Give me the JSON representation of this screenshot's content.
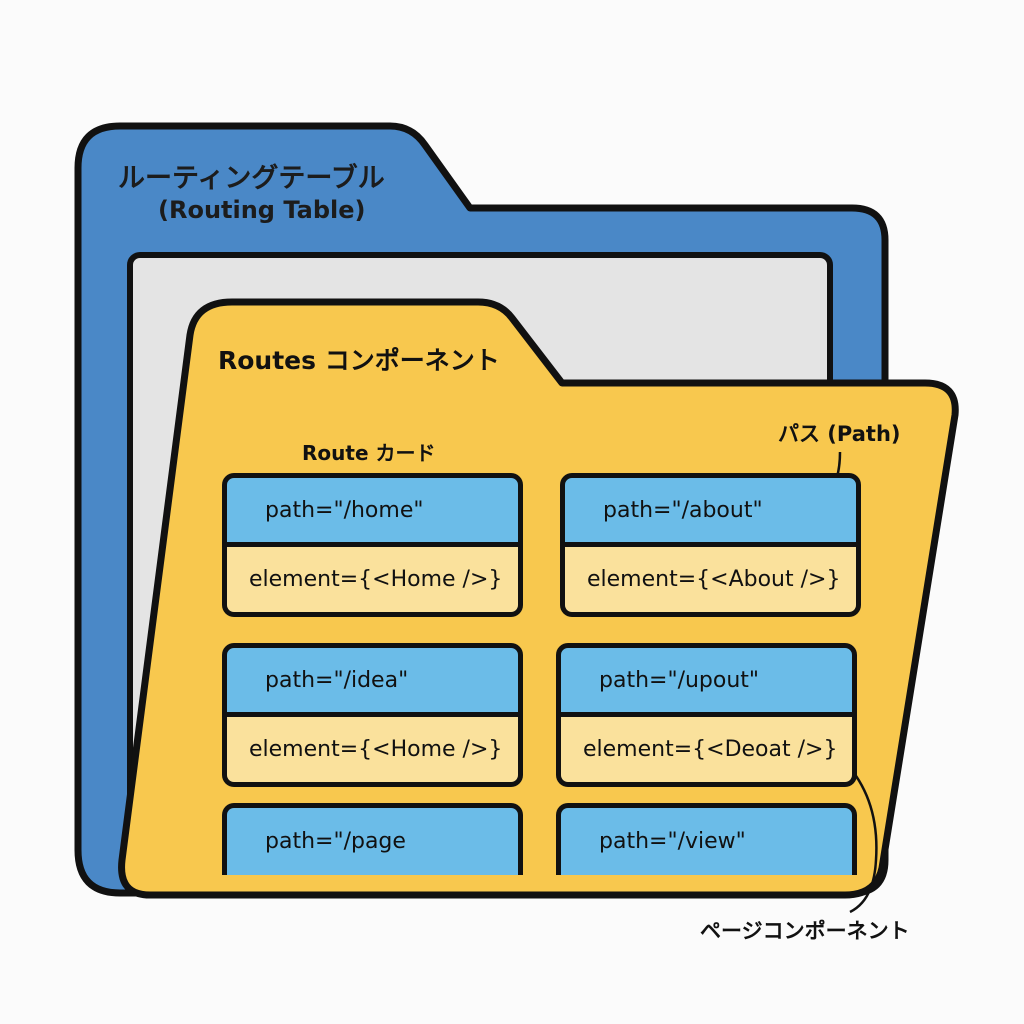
{
  "routing_table": {
    "title": "ルーティングテーブル",
    "subtitle": "(Routing Table)"
  },
  "routes_component": {
    "title": "Routes コンポーネント"
  },
  "route_card_label": "Route カード",
  "callouts": {
    "path": "パス (Path)",
    "page_component": "ページコンポーネント"
  },
  "cards": [
    {
      "path": "path=\"/home\"",
      "element": "element={<Home />}"
    },
    {
      "path": "path=\"/about\"",
      "element": "element={<About />}"
    },
    {
      "path": "path=\"/idea\"",
      "element": "element={<Home />}"
    },
    {
      "path": "path=\"/upout\"",
      "element": "element={<Deoat />}"
    },
    {
      "path": "path=\"/page",
      "element": ""
    },
    {
      "path": "path=\"/view\"",
      "element": ""
    }
  ],
  "colors": {
    "folder_blue": "#4a88c7",
    "folder_yellow": "#f8c84e",
    "inner_panel": "#e4e4e4",
    "path_row": "#6bbce8",
    "element_row": "#fae19c",
    "outline": "#111111"
  }
}
